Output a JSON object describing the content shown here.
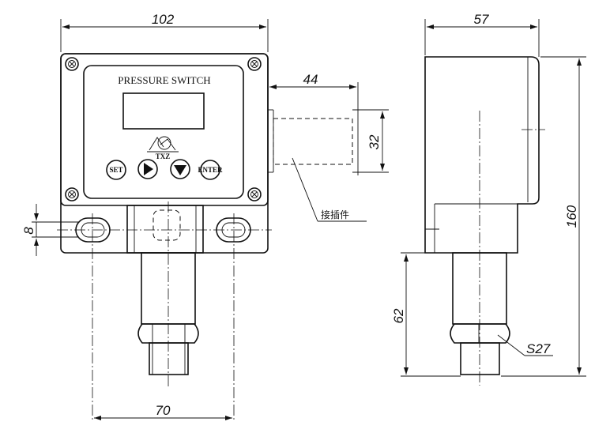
{
  "front_view": {
    "panel_label": "PRESSURE SWITCH",
    "logo_text": "TXZ",
    "buttons": {
      "set": "SET",
      "enter": "ENTER"
    },
    "connector_label": "接插件"
  },
  "dimensions": {
    "front_width": "102",
    "connector_length": "44",
    "connector_height": "32",
    "slot_height": "8",
    "hole_spacing": "70",
    "side_depth": "57",
    "total_height": "160",
    "stem_height": "62",
    "hex_size": "S27"
  }
}
